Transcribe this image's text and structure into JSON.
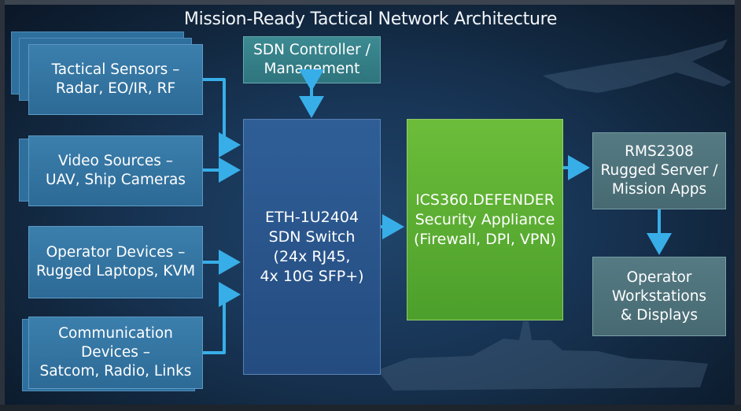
{
  "title": "Mission-Ready Tactical Network Architecture",
  "inputs": [
    {
      "text": "Tactical Sensors –\nRadar, EO/IR, RF"
    },
    {
      "text": "Video Sources –\nUAV, Ship Cameras"
    },
    {
      "text": "Operator Devices –\nRugged Laptops, KVM"
    },
    {
      "text": "Communication\nDevices –\nSatcom, Radio, Links"
    }
  ],
  "controller": {
    "text": "SDN Controller /\nManagement"
  },
  "switch": {
    "text": "ETH-1U2404\nSDN Switch\n(24x RJ45,\n4x 10G SFP+)"
  },
  "appliance": {
    "text": "ICS360.DEFENDER\nSecurity Appliance\n(Firewall, DPI, VPN)"
  },
  "server": {
    "text": "RMS2308\nRugged Server /\nMission Apps"
  },
  "workstations": {
    "text": "Operator\nWorkstations\n& Displays"
  },
  "colors": {
    "input_box": "#3574a3",
    "controller_box": "#36808a",
    "switch_box": "#2a568c",
    "appliance_box": "#5cae33",
    "output_box": "#4e727b",
    "connector": "#38aee8"
  }
}
